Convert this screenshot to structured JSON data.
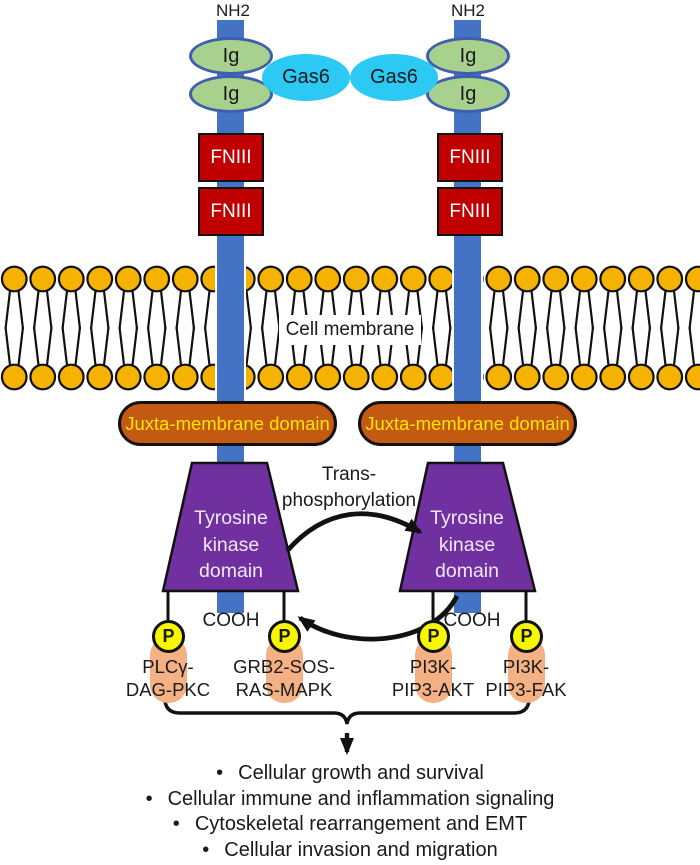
{
  "labels": {
    "nh2": "NH2",
    "ig": "Ig",
    "gas6": "Gas6",
    "fniii": "FNIII",
    "cell_membrane": "Cell membrane",
    "juxta": "Juxta-membrane domain",
    "kinase_lines": [
      "Tyrosine",
      "kinase",
      "domain"
    ],
    "trans_lines": [
      "Trans-",
      "phosphorylation"
    ],
    "cooh": "COOH",
    "phospho": "P"
  },
  "pathways": [
    {
      "line1": "PLCγ-",
      "line2": "DAG-PKC"
    },
    {
      "line1": "GRB2-SOS-",
      "line2": "RAS-MAPK"
    },
    {
      "line1": "PI3K-",
      "line2": "PIP3-AKT"
    },
    {
      "line1": "PI3K-",
      "line2": "PIP3-FAK"
    }
  ],
  "outcomes": {
    "bullet": "•",
    "items": [
      "Cellular growth and survival",
      "Cellular immune and inflammation signaling",
      "Cytoskeletal rearrangement and EMT",
      "Cellular invasion and migration"
    ]
  },
  "colors": {
    "stalk_blue": "#4472C4",
    "ig_fill": "#A9D18E",
    "ig_border": "#3F5FAE",
    "gas6_cyan": "#2BC9F4",
    "fniii_red": "#C00000",
    "lipid_head_orange": "#F5B201",
    "juxta_orange": "#C45911",
    "juxta_text_yellow": "#FFE600",
    "kinase_purple": "#7030A0",
    "p_yellow": "#F7F700",
    "capsule_salmon": "#F4B183",
    "line_black": "#111111"
  }
}
